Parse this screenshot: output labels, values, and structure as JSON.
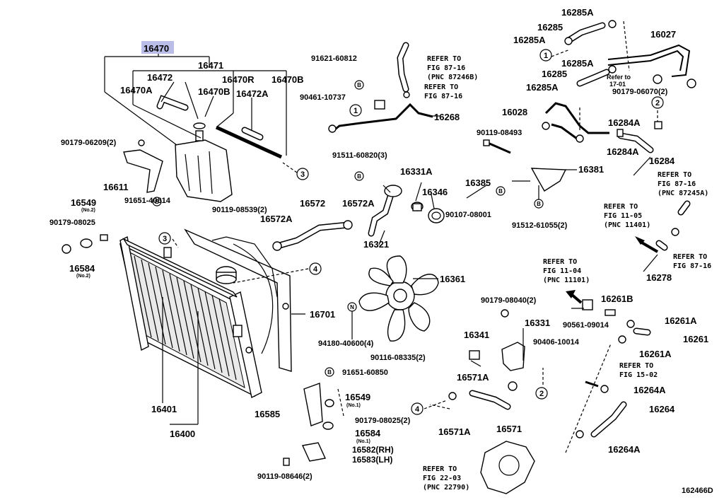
{
  "diagram": {
    "drawing_number": "162466D",
    "highlight_part": "16470",
    "labels": {
      "p16470": "16470",
      "p16471": "16471",
      "p16472": "16472",
      "p16470R": "16470R",
      "p16470B_top": "16470B",
      "p16470A": "16470A",
      "p16470B_mid": "16470B",
      "p16472A": "16472A",
      "p90179_06209": "90179-06209(2)",
      "p16611": "16611",
      "p91651_40614": "91651-40614",
      "p90119_08539": "90119-08539(2)",
      "p16549": "16549",
      "p16549_no2": "(No.2)",
      "p90179_08025_l": "90179-08025",
      "p16584_l": "16584",
      "p16584_no2": "(No.2)",
      "p16572": "16572",
      "p16572A_a": "16572A",
      "p16572A_b": "16572A",
      "p16321": "16321",
      "p91621_60812": "91621-60812",
      "p90461_10737": "90461-10737",
      "p16268": "16268",
      "p91511_60820": "91511-60820(3)",
      "p16331A": "16331A",
      "p16346": "16346",
      "p16361": "16361",
      "p16701": "16701",
      "p94180_40600": "94180-40600(4)",
      "p16401": "16401",
      "p16400": "16400",
      "p91651_60850": "91651-60850",
      "p16549_b": "16549",
      "p16549_no1": "(No.1)",
      "p16585": "16585",
      "p90179_08025_b": "90179-08025(2)",
      "p16584_b": "16584",
      "p16584_no1": "(No.1)",
      "p16582": "16582(RH)",
      "p16583": "16583(LH)",
      "p90119_08646": "90119-08646(2)",
      "p90116_08335": "90116-08335(2)",
      "p16341": "16341",
      "p16571A_a": "16571A",
      "p16571A_b": "16571A",
      "p16571": "16571",
      "p90179_08040": "90179-08040(2)",
      "p16331": "16331",
      "p90406_10014": "90406-10014",
      "p16261B": "16261B",
      "p90561_09014": "90561-09014",
      "p16261A_a": "16261A",
      "p16261": "16261",
      "p16261A_b": "16261A",
      "p16264A_a": "16264A",
      "p16264": "16264",
      "p16264A_b": "16264A",
      "p16285A_1": "16285A",
      "p16285_1": "16285",
      "p16285A_2": "16285A",
      "p16027": "16027",
      "p16285A_3": "16285A",
      "p16285_2": "16285",
      "p16285A_4": "16285A",
      "p90179_06070": "90179-06070(2)",
      "p16028": "16028",
      "p16284A_a": "16284A",
      "p16284A_b": "16284A",
      "p16284": "16284",
      "p90119_08493": "90119-08493",
      "p16381": "16381",
      "p16385": "16385",
      "p90107_08001": "90107-08001",
      "p91512_61055": "91512-61055(2)",
      "p16278": "16278"
    },
    "references": {
      "ref_87_16_a": [
        "REFER TO",
        "FIG 87-16",
        "(PNC 87246B)"
      ],
      "ref_87_16_b": [
        "REFER TO",
        "FIG 87-16"
      ],
      "ref_17_01": [
        "Refer to",
        "17-01"
      ],
      "ref_87_16_c": [
        "REFER TO",
        "FIG 87-16",
        "(PNC 87245A)"
      ],
      "ref_11_05": [
        "REFER TO",
        "FIG 11-05",
        "(PNC 11401)"
      ],
      "ref_87_16_d": [
        "REFER TO",
        "FIG 87-16"
      ],
      "ref_11_04": [
        "REFER TO",
        "FIG 11-04",
        "(PNC 11101)"
      ],
      "ref_15_02": [
        "REFER TO",
        "FIG 15-02"
      ],
      "ref_22_03": [
        "REFER TO",
        "FIG 22-03",
        "(PNC 22790)"
      ]
    },
    "callouts": {
      "c1": "1",
      "c2": "2",
      "c3": "3",
      "c4": "4",
      "cB": "B",
      "cN": "N"
    }
  }
}
